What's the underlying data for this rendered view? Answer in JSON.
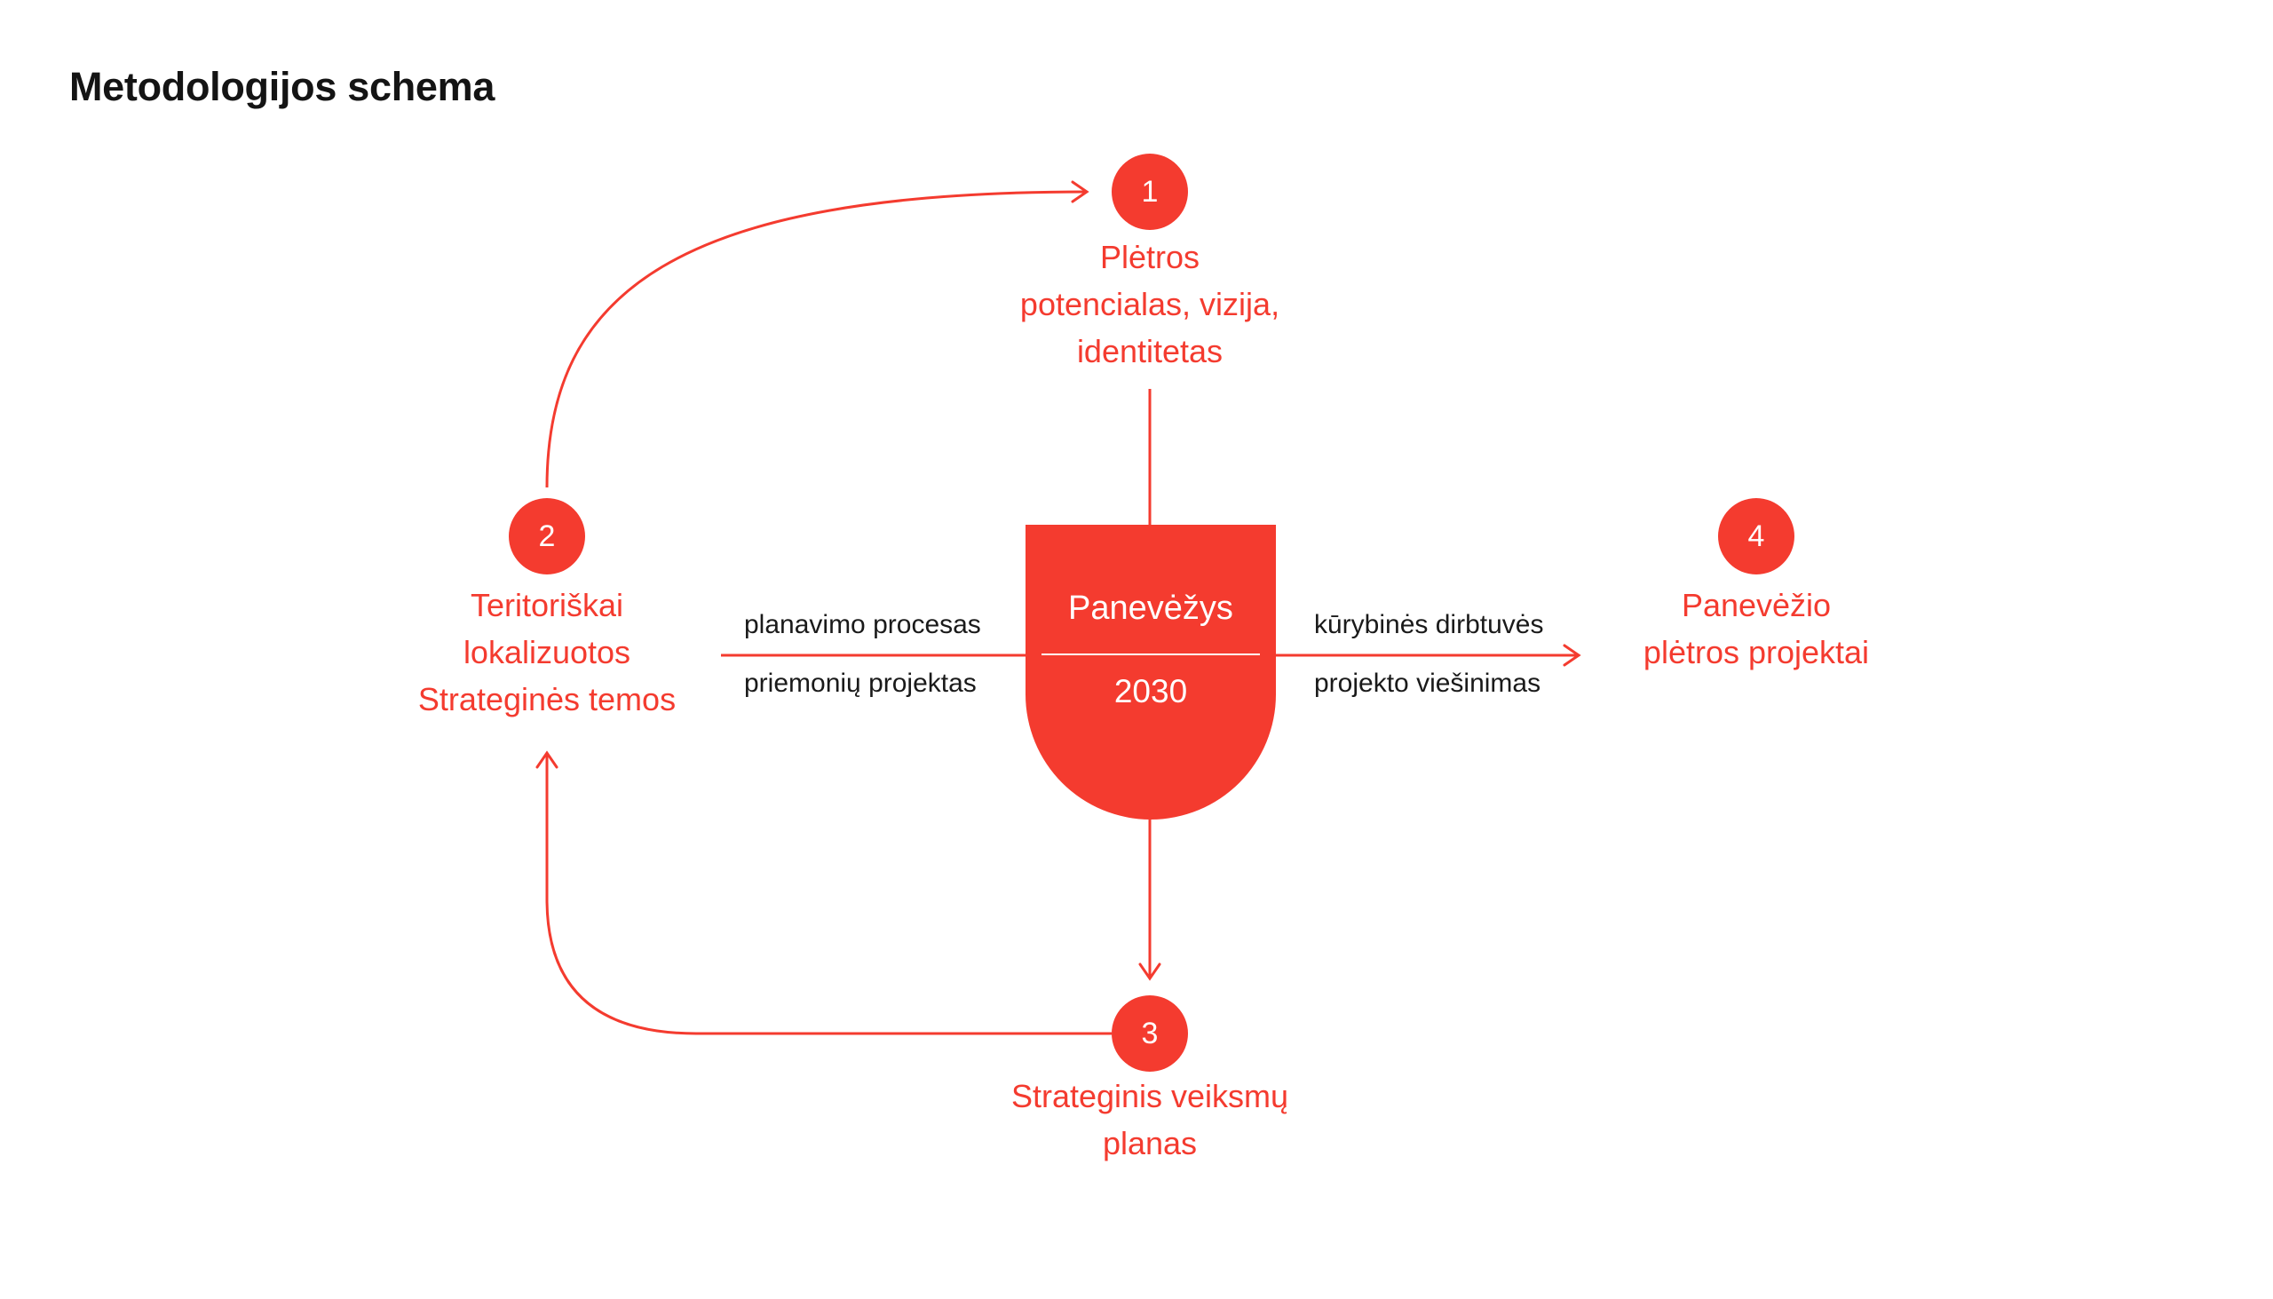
{
  "title": "Metodologijos schema",
  "colors": {
    "accent_red": "#F43B2F",
    "label_black": "#1A1A1A",
    "shield_text": "#FFFFFF",
    "background": "#FFFFFF"
  },
  "shield": {
    "name": "Panevėžys",
    "year": "2030"
  },
  "nodes": {
    "n1": {
      "number": "1",
      "lines": [
        "Plėtros",
        "potencialas, vizija,",
        "identitetas"
      ]
    },
    "n2": {
      "number": "2",
      "lines": [
        "Teritoriškai",
        "lokalizuotos",
        "Strateginės temos"
      ]
    },
    "n3": {
      "number": "3",
      "lines": [
        "Strateginis veiksmų",
        "planas"
      ]
    },
    "n4": {
      "number": "4",
      "lines": [
        "Panevėžio",
        "plėtros projektai"
      ]
    }
  },
  "edge_labels": {
    "left_above": "planavimo procesas",
    "left_below": "priemonių projektas",
    "right_above": "kūrybinės dirbtuvės",
    "right_below": "projekto viešinimas"
  }
}
